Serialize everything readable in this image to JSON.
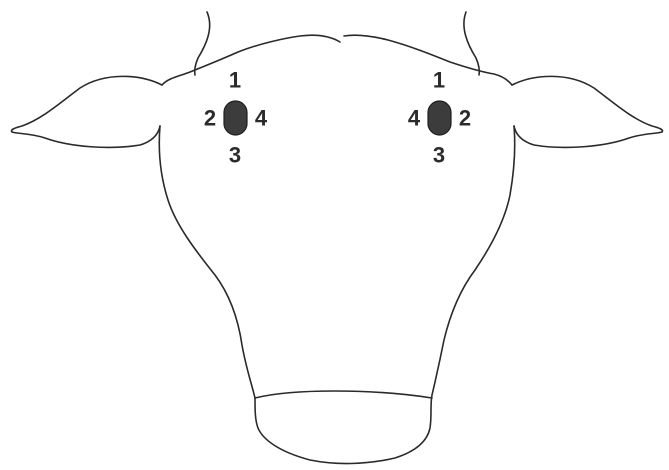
{
  "colors": {
    "background": "#ffffff",
    "outline": "#2a2a2a",
    "site_fill": "#3c3c3c",
    "label_text": "#2b2b2b"
  },
  "left_site": {
    "top": "1",
    "left": "2",
    "bottom": "3",
    "right": "4"
  },
  "right_site": {
    "top": "1",
    "left": "4",
    "bottom": "3",
    "right": "2"
  }
}
